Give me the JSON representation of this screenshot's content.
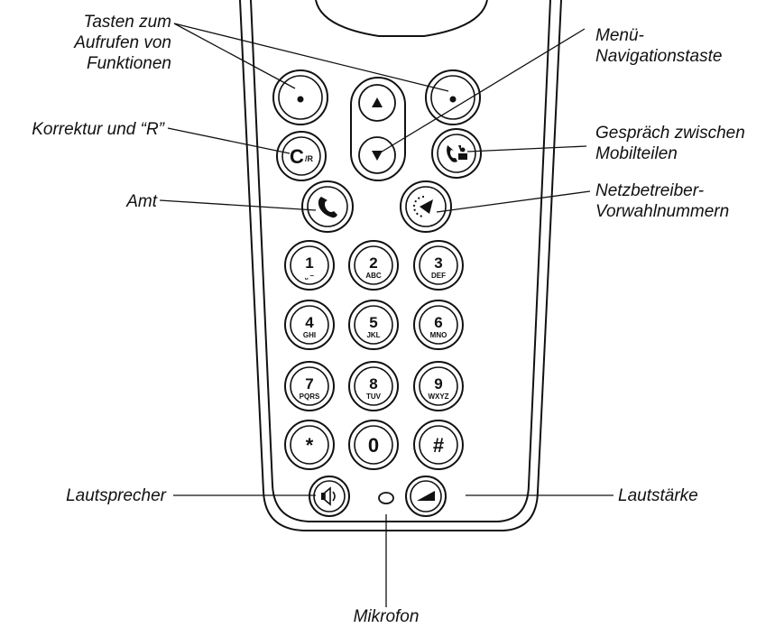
{
  "labels": {
    "function_keys": [
      "Tasten zum",
      "Aufrufen von",
      "Funktionen"
    ],
    "menu_nav": [
      "Menü-",
      "Navigationstaste"
    ],
    "correction": "Korrektur und “R”",
    "intercom": [
      "Gespräch zwischen",
      "Mobilteilen"
    ],
    "line": "Amt",
    "carrier": [
      "Netzbetreiber-",
      "Vorwahlnummern"
    ],
    "speaker": "Lautsprecher",
    "volume": "Lautstärke",
    "microphone": "Mikrofon"
  },
  "keys": {
    "correction_glyph": "C",
    "correction_suffix": "/R",
    "keypad": [
      {
        "digit": "1",
        "letters": "⎵ –"
      },
      {
        "digit": "2",
        "letters": "ABC"
      },
      {
        "digit": "3",
        "letters": "DEF"
      },
      {
        "digit": "4",
        "letters": "GHI"
      },
      {
        "digit": "5",
        "letters": "JKL"
      },
      {
        "digit": "6",
        "letters": "MNO"
      },
      {
        "digit": "7",
        "letters": "PQRS"
      },
      {
        "digit": "8",
        "letters": "TUV"
      },
      {
        "digit": "9",
        "letters": "WXYZ"
      },
      {
        "digit": "*",
        "letters": ""
      },
      {
        "digit": "0",
        "letters": ""
      },
      {
        "digit": "#",
        "letters": ""
      }
    ]
  },
  "icons": {
    "softkey": "dot-icon",
    "nav_up": "arrow-up-icon",
    "nav_down": "arrow-down-icon",
    "line": "phone-handset-icon",
    "intercom": "intercom-icon",
    "carrier": "carrier-select-icon",
    "speaker": "speaker-icon",
    "volume": "volume-icon",
    "microphone": "microphone-icon"
  }
}
